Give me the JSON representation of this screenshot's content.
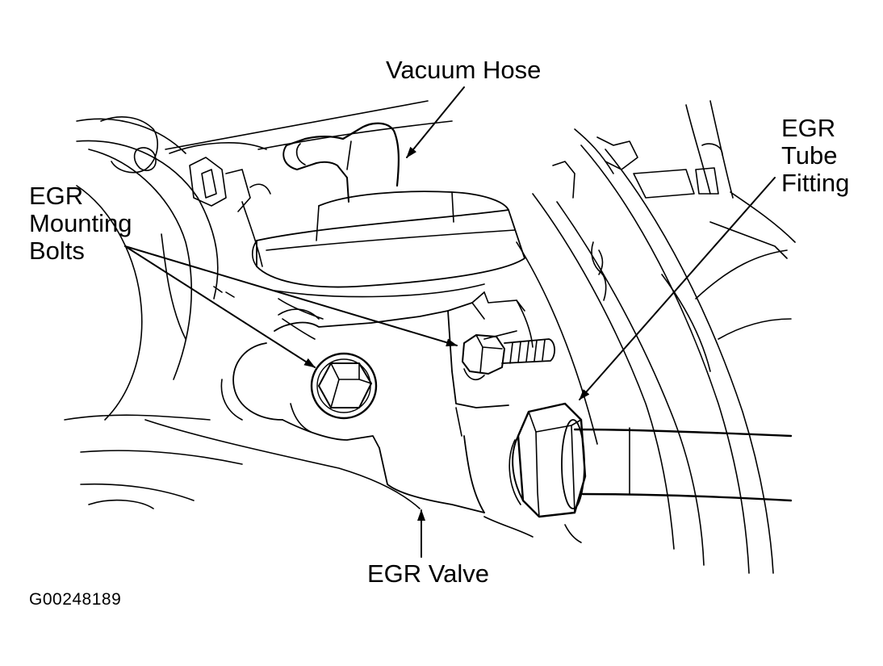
{
  "labels": {
    "vacuum_hose": "Vacuum Hose",
    "egr_tube_fitting": [
      "EGR",
      "Tube",
      "Fitting"
    ],
    "egr_mounting_bolts": [
      "EGR",
      "Mounting",
      "Bolts"
    ],
    "egr_valve": "EGR Valve"
  },
  "figure_id": "G00248189",
  "colors": {
    "line": "#000000",
    "background": "#ffffff"
  }
}
